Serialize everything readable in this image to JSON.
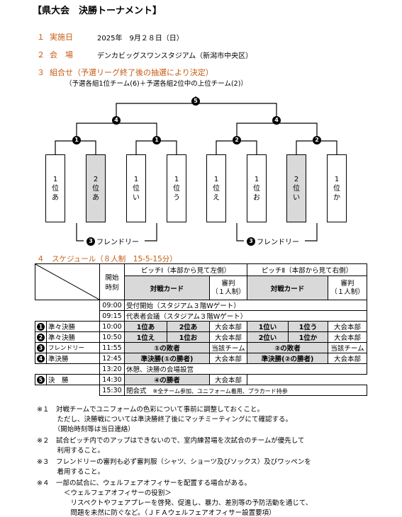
{
  "title": "【県大会　決勝トーナメント】",
  "items": [
    {
      "num": "１",
      "label": "実施日",
      "value": "2025年　9月２８日（日）"
    },
    {
      "num": "２",
      "label": "会　場",
      "value": "デンカビッグスワンスタジアム（新潟市中央区）"
    },
    {
      "num": "３",
      "label": "組合せ（予選リーグ終了後の抽選により決定）",
      "value": ""
    }
  ],
  "combination_note": "（予選各組1位チーム(6)＋予選各組2位中の上位チーム(2)）",
  "bracket": {
    "final_badge": "5",
    "semi_badges": [
      "4",
      "4"
    ],
    "qf_badges": [
      "1",
      "1",
      "2",
      "2"
    ],
    "teams": [
      {
        "chars": [
          "1",
          "位",
          "あ"
        ],
        "shaded": false
      },
      {
        "chars": [
          "2",
          "位",
          "あ"
        ],
        "shaded": true
      },
      {
        "chars": [
          "1",
          "位",
          "い"
        ],
        "shaded": false
      },
      {
        "chars": [
          "1",
          "位",
          "う"
        ],
        "shaded": false
      },
      {
        "chars": [
          "1",
          "位",
          "え"
        ],
        "shaded": false
      },
      {
        "chars": [
          "1",
          "位",
          "お"
        ],
        "shaded": false
      },
      {
        "chars": [
          "2",
          "位",
          "い"
        ],
        "shaded": true
      },
      {
        "chars": [
          "1",
          "位",
          "か"
        ],
        "shaded": false
      }
    ],
    "friendly_badge": "3",
    "friendly_label": "フレンドリー"
  },
  "schedule": {
    "heading": "４　スケジュール（８人制　15-5-15分）",
    "col_time": [
      "開始",
      "時刻"
    ],
    "pitch1": "ピッチⅠ（本部から見て左側）",
    "pitch2": "ピッチⅡ（本部から見て右側）",
    "card": "対戦カード",
    "ref": [
      "審判",
      "（１人制）"
    ],
    "rows": [
      {
        "time": "09:00",
        "text": "受付開始（スタジアム３階Wゲート）"
      },
      {
        "time": "09:15",
        "text": "代表者会議（スタジアム３階Wゲート）"
      },
      {
        "badge": "1",
        "label": "準々決勝",
        "time": "10:00",
        "p1a": "1位あ",
        "p1b": "2位あ",
        "r1": "大会本部",
        "p2a": "1位い",
        "p2b": "1位う",
        "r2": "大会本部"
      },
      {
        "badge": "2",
        "label": "準々決勝",
        "time": "10:50",
        "p1a": "1位え",
        "p1b": "1位お",
        "r1": "大会本部",
        "p2a": "2位い",
        "p2b": "1位か",
        "r2": "大会本部"
      },
      {
        "badge": "3",
        "label": "フレンドリー",
        "time": "11:55",
        "p1": "①の敗者",
        "r1": "当該チーム",
        "p2": "②の敗者",
        "r2": "当該チーム"
      },
      {
        "badge": "4",
        "label": "準決勝",
        "time": "12:45",
        "p1": "準決勝(①の勝者)",
        "r1": "大会本部",
        "p2": "準決勝(②の勝者)",
        "r2": "大会本部"
      },
      {
        "time": "13:20",
        "text": "休憩、決勝の会場設営"
      },
      {
        "badge": "5",
        "label": "決　勝",
        "time": "14:30",
        "p1": "④の勝者",
        "r1": "大会本部"
      },
      {
        "time": "15:30",
        "text": "閉会式",
        "small": "※全チーム参加、ユニフォーム着用、プラカード持参"
      }
    ]
  },
  "notes": [
    "※１　対戦チームでユニフォームの色彩について事前に調整しておくこと。",
    "　　　ただし、決勝戦については準決勝終了後にマッチミーティングにて確認する。",
    "　　　（開始時刻等は当日連絡）",
    "※２　試合ピッチ内でのアップはできないので、室内練習場を次試合のチームが優先して",
    "　　　利用すること。",
    "※３　フレンドリーの審判も必ず審判服（シャツ、ショーツ及びソックス）及びワッペンを",
    "　　　着用すること。",
    "※４　一部の試合に、ウェルフェアオフィサーを配置する場合がある。",
    "　　　　＜ウェルフェアオフィサーの役割＞",
    "　　　　　リスペクトやフェアプレーを啓発、促進し、暴力、差別等の予防活動を通じて、",
    "　　　　　問題を未然に防ぐなど。（ＪＦＡウェルフェアオフィサー設置要項）"
  ]
}
